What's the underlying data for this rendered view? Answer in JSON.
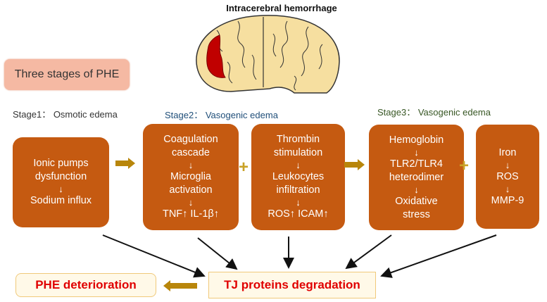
{
  "title": "Intracerebral hemorrhage",
  "stages_label": "Three stages of PHE",
  "stages": [
    {
      "label": "Stage1： Osmotic edema",
      "color": "#333333"
    },
    {
      "label": "Stage2： Vasogenic edema",
      "color": "#1f4e79"
    },
    {
      "label": "Stage3： Vasogenic edema",
      "color": "#375623"
    }
  ],
  "boxes": [
    {
      "lines": [
        "Ionic pumps",
        "dysfunction",
        "↓",
        "Sodium influx"
      ]
    },
    {
      "lines": [
        "Coagulation",
        "cascade",
        "↓",
        "Microglia",
        "activation",
        "↓",
        "TNF↑ IL-1β↑"
      ]
    },
    {
      "lines": [
        "Thrombin",
        "stimulation",
        "↓",
        "Leukocytes",
        "infiltration",
        "↓",
        "ROS↑ ICAM↑"
      ]
    },
    {
      "lines": [
        "Hemoglobin",
        "↓",
        "TLR2/TLR4",
        "heterodimer",
        "↓",
        "Oxidative",
        "stress"
      ]
    },
    {
      "lines": [
        "Iron",
        "↓",
        "ROS",
        "↓",
        "MMP-9"
      ]
    }
  ],
  "plus_symbol": "+",
  "tj_label": "TJ proteins degradation",
  "phe_label": "PHE deterioration",
  "colors": {
    "box_fill": "#c55a11",
    "arrow_gold": "#b8860b",
    "red_text": "#e00000",
    "hemorrhage": "#c00000",
    "brain": "#f6dfa0"
  }
}
